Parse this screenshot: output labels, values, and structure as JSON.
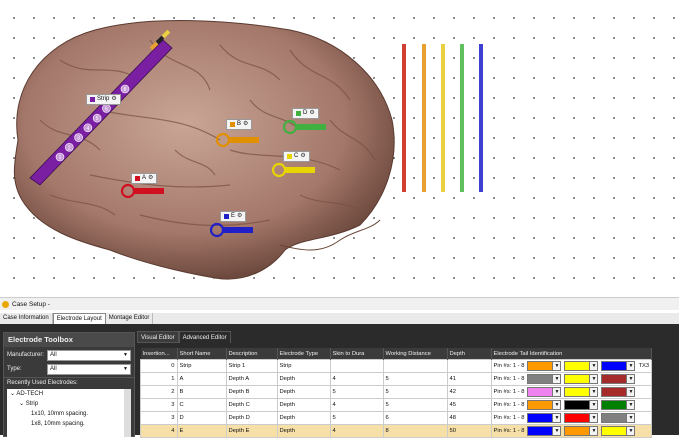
{
  "canvas": {
    "electrode_labels": [
      {
        "name": "Strip",
        "color": "#7a1fa2"
      },
      {
        "name": "B",
        "color": "#e09000"
      },
      {
        "name": "D",
        "color": "#40b040"
      },
      {
        "name": "C",
        "color": "#e8d400"
      },
      {
        "name": "A",
        "color": "#d01020"
      },
      {
        "name": "E",
        "color": "#2020c8"
      }
    ],
    "strip_numbers": [
      "1",
      "2",
      "3",
      "4",
      "5",
      "6",
      "7",
      "8"
    ],
    "tails": [
      "#d04030",
      "#e8a030",
      "#e8d040",
      "#60c060",
      "#4040d0"
    ]
  },
  "case_bar": {
    "title": "Case Setup -"
  },
  "main_tabs": [
    "Case Information",
    "Electrode Layout",
    "Montage Editor"
  ],
  "toolbox": {
    "title": "Electrode Toolbox",
    "manufacturer_label": "Manufacturer:",
    "manufacturer_value": "All",
    "type_label": "Type:",
    "type_value": "All",
    "recent_label": "Recently Used Electrodes:",
    "tree": [
      "AD-TECH",
      "Strip",
      "1x10, 10mm spacing.",
      "1x8, 10mm spacing."
    ]
  },
  "editor_tabs": [
    "Visual Editor",
    "Advanced Editor"
  ],
  "table": {
    "headers": [
      "Insertion...",
      "Short Name",
      "Description",
      "Electrode Type",
      "Skin to Dura",
      "Working Distance",
      "Depth",
      "Electrode Tail Identification"
    ],
    "rows": [
      {
        "insertion": "0",
        "short": "Strip",
        "desc": "Strip 1",
        "type": "Strip",
        "skin": "",
        "work": "",
        "depth": "",
        "pins": "Pin #s:  1 - 8",
        "colors": [
          "#ff9900",
          "#ffff00",
          "#0000ff"
        ],
        "extra": "TX3"
      },
      {
        "insertion": "1",
        "short": "A",
        "desc": "Depth A",
        "type": "Depth",
        "skin": "4",
        "work": "5",
        "depth": "41",
        "pins": "Pin #s:  1 - 8",
        "colors": [
          "#808080",
          "#ffff00",
          "#a52a2a"
        ],
        "extra": ""
      },
      {
        "insertion": "2",
        "short": "B",
        "desc": "Depth B",
        "type": "Depth",
        "skin": "5",
        "work": "5",
        "depth": "42",
        "pins": "Pin #s:  1 - 8",
        "colors": [
          "#ee82ee",
          "#ffff00",
          "#a52a2a"
        ],
        "extra": ""
      },
      {
        "insertion": "3",
        "short": "C",
        "desc": "Depth C",
        "type": "Depth",
        "skin": "4",
        "work": "5",
        "depth": "45",
        "pins": "Pin #s:  1 - 8",
        "colors": [
          "#ff9900",
          "#000000",
          "#008000"
        ],
        "extra": ""
      },
      {
        "insertion": "3",
        "short": "D",
        "desc": "Depth D",
        "type": "Depth",
        "skin": "5",
        "work": "6",
        "depth": "48",
        "pins": "Pin #s:  1 - 8",
        "colors": [
          "#0000ff",
          "#ff0000",
          "#808080"
        ],
        "extra": ""
      },
      {
        "insertion": "4",
        "short": "E",
        "desc": "Depth E",
        "type": "Depth",
        "skin": "4",
        "work": "8",
        "depth": "50",
        "pins": "Pin #s:  1 - 8",
        "colors": [
          "#0000ff",
          "#ff9900",
          "#ffff00"
        ],
        "extra": ""
      }
    ]
  }
}
